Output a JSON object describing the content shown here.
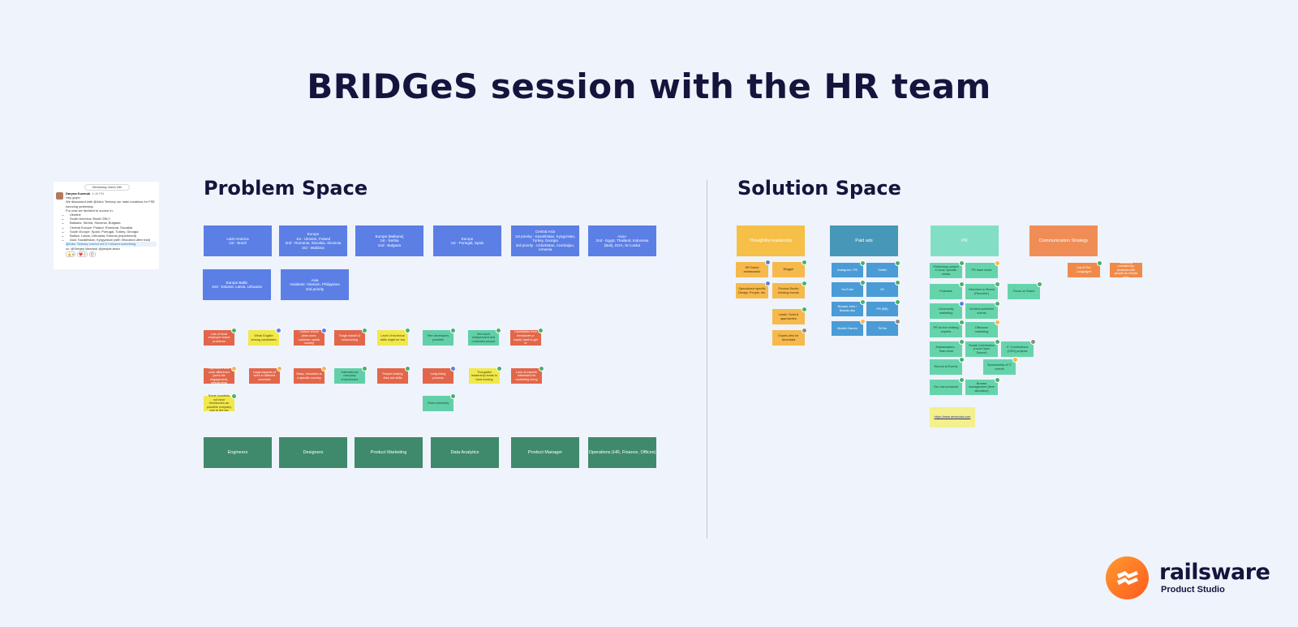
{
  "title": "BRIDGeS session with the HR team",
  "problem_space": {
    "title": "Problem Space",
    "regions": [
      "Latin America\n1st - Brazil",
      "Europe\n1st - Ukraine, Poland\n2nd - Romania, Slovakia, Slovenia\n3rd - Moldova",
      "Europe (Balkans)\n1st - Serbia\n2nd - Bulgaria",
      "Europe\n1st - Portugal, Spain",
      "Central Asia\n1st priority - Kazakhstan, Kyrgyzstan, Turkey, Georgia\n3rd priority - Uzbekistan, Azerbaijan, Armenia",
      "Asia+\n2nd - Egypt, Thailand, Indonesia (Bali), DOA, Sri Lanka",
      "Europe Baltic\n2nd - Estonia, Latvia, Lithuania",
      "Asia\nresidents: Vietnam, Philippines\n2nd priority"
    ],
    "stickies_row1": [
      "Lots of local employer brand problems",
      "Weak English among candidates",
      "Culture shock (time zone, customs, speak money)",
      "Tough market & outsourcing",
      "Level of technical skills might be low",
      "Hire developers possible",
      "Not much independent and motivated people",
      "Candidates from freelancer or expat: hard to get in"
    ],
    "stickies_row2": [
      "Significant time zone difference (work-life engagement, onboarding)",
      "Legal aspects of work in different countries",
      "Visas, relocation to a specific country",
      "International company environment",
      "People looking they not skills",
      "Long hiring process",
      "Thoughtful leadership leads to hard hunting",
      "Lack of experts interested for marketing hiring"
    ],
    "stickies_row3": [
      "Some countries not have freelancers as possible company due to the tax",
      "Team chemistry"
    ],
    "roles": [
      "Engineers",
      "Designers",
      "Product Marketing",
      "Data Analytics",
      "Product Manager",
      "Operations (HR, Finance, Offices)"
    ]
  },
  "solution_space": {
    "title": "Solution Space",
    "heads": [
      "Thoughtful leadership",
      "Paid ads",
      "PR",
      "Communication Strategy"
    ],
    "thought_stickies": [
      "HR Brand ambassador",
      "Blogger",
      "Specialized specific Design, People, etc.",
      "Product Studio thinking events",
      "Leads' Guild & approaches",
      "Expert-view for devs/data"
    ],
    "paid_stickies": [
      "Instagram / FB",
      "Twitter",
      "YouTube",
      "VK",
      "Browse Jobs / Boards ads",
      "PR (Bill)",
      "Mobile Games",
      "TikTok"
    ],
    "pr_stickies": [
      "Publishing content in local, specific media",
      "PR team leads",
      "Podcasts",
      "Interview on Brand (Recruiter)",
      "Focus on Brand",
      "Community marketing",
      "Content published events",
      "PR for the existing experts",
      "Offsource marketing",
      "Ambassadors - Team lead",
      "Social Contribution (Local Open Source)",
      "IT Contributions (OSS) projects",
      "Recruit at Events",
      "Sponsorship of IT events",
      "Our own products",
      "Browse management (time allocation)"
    ],
    "link_sticky": "https://www.devbooks.com",
    "comm_stickies": [
      "List of Tier Languages",
      "Branding consistency: products with people at remote jobs"
    ]
  },
  "chat": {
    "date": "Wednesday, March 16th",
    "name": "Daryna Kuzmuk",
    "time": "4:46 PM",
    "greeting": "Hey guys!",
    "line1": "We discussed with @Artur Tentavy our main locations for FSE sourcing yesterday.",
    "line2": "For now we decided to source in:",
    "items": [
      "Ukraine",
      "South America: Brazil ONLY",
      "Balkans: Serbia, Slovenia, Bulgaria",
      "Central Europe: Poland, Romania, Slovakia",
      "South Europe: Spain, Portugal, Turkey, Georgia",
      "Baltics: Latvia, Lithuania, Estonia (experiment)",
      "Asia: Kazakhstan, Kyrgyzstan (with relocation after trial)"
    ],
    "footer": "@Artur Tentavy correct me if I missed something",
    "footer2": "cc: @Sergey Marchuk @people-team",
    "reactions": [
      "👍 6",
      "❤️ 2",
      "😊"
    ]
  },
  "logo": {
    "name": "railsware",
    "tagline": "Product Studio"
  }
}
